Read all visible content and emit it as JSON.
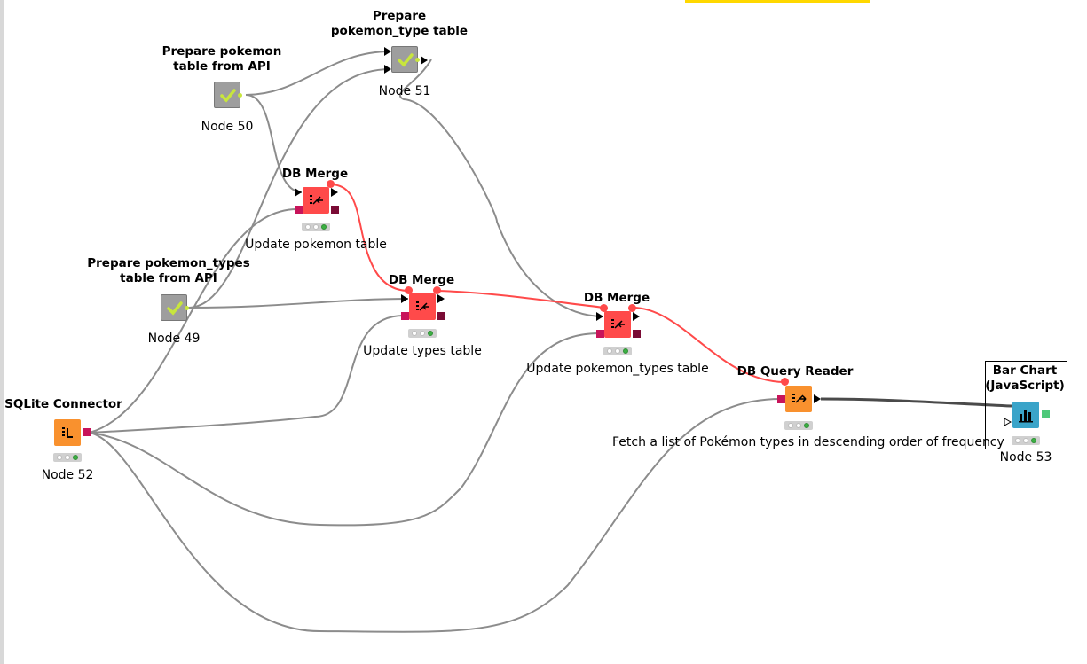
{
  "canvas": {
    "accent_highlight": "#ffd800",
    "flow_variable_color": "#ff4a4a",
    "data_connection_color": "#8c8c8c"
  },
  "nodes": {
    "n50": {
      "title": "Prepare pokemon\ntable from API",
      "label": "Node 50",
      "type": "metanode",
      "icon": "check-icon"
    },
    "n51": {
      "title": "Prepare\npokemon_type table",
      "label": "Node 51",
      "type": "metanode",
      "icon": "check-icon"
    },
    "n49": {
      "title": "Prepare pokemon_types\ntable from API",
      "label": "Node 49",
      "type": "metanode",
      "icon": "check-icon"
    },
    "n52": {
      "title": "SQLite Connector",
      "label": "Node 52",
      "type": "source",
      "icon": "db-connector-icon"
    },
    "merge1": {
      "title": "DB Merge",
      "label": "Update pokemon table",
      "type": "db-manipulator",
      "icon": "db-merge-icon"
    },
    "merge2": {
      "title": "DB Merge",
      "label": "Update types table",
      "type": "db-manipulator",
      "icon": "db-merge-icon"
    },
    "merge3": {
      "title": "DB Merge",
      "label": "Update pokemon_types table",
      "type": "db-manipulator",
      "icon": "db-merge-icon"
    },
    "query": {
      "title": "DB Query Reader",
      "label": "Fetch a list of Pokémon types in descending order of frequency",
      "type": "source",
      "icon": "db-query-icon"
    },
    "n53": {
      "title": "Bar Chart\n(JavaScript)",
      "label": "Node 53",
      "type": "visualizer",
      "icon": "bar-chart-icon"
    }
  }
}
